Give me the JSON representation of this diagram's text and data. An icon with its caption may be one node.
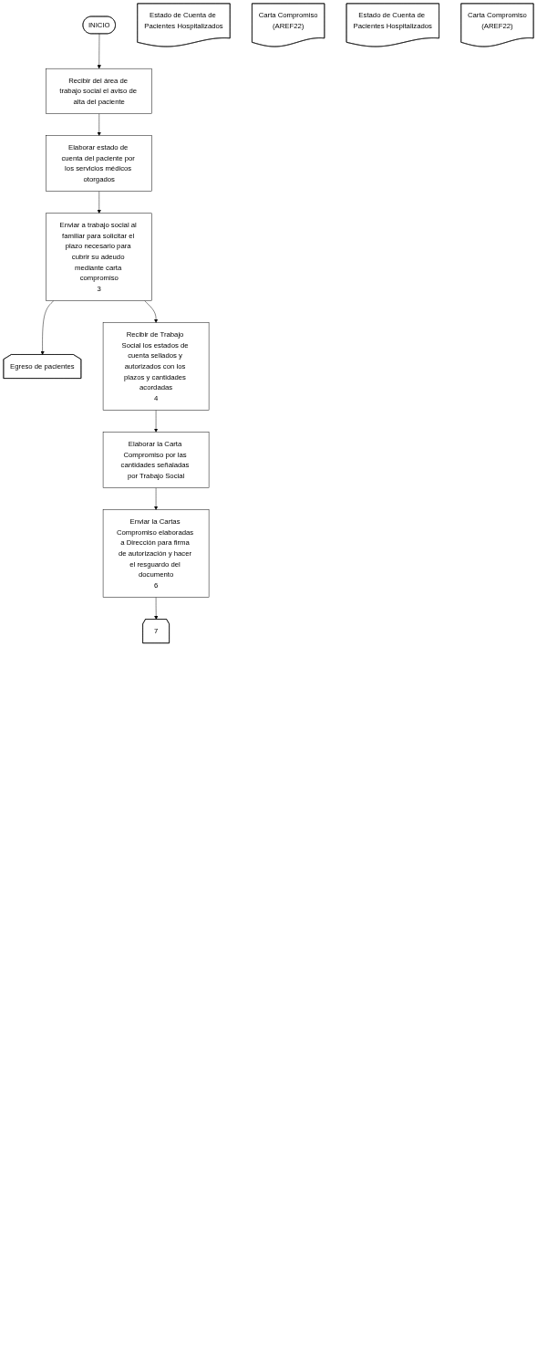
{
  "diagram": {
    "nodes": [
      {
        "text": [
          "INICIO"
        ]
      },
      {
        "text": [
          "Recibir del área de trabajo social el aviso de alta del paciente"
        ]
      },
      {
        "text": [
          "Elaborar estado de cuenta del paciente por los servicios médicos otorgados"
        ]
      },
      {
        "text": [
          "Estado de Cuenta de Pacientes Hospitalizados"
        ]
      },
      {
        "text": [
          "Enviar a trabajo social al familiar para solicitar el plazo necesario para cubrir su adeudo mediante carta compromiso",
          "3"
        ]
      },
      {
        "text": [
          "Carta Compromiso",
          "(AREF22)"
        ]
      },
      {
        "text": [
          "Egreso de pacientes"
        ]
      },
      {
        "text": [
          "Recibir de Trabajo Social los estados de cuenta sellados y autorizados con los plazos y cantidades acordadas",
          "4"
        ]
      },
      {
        "text": [
          "Estado de Cuenta de Pacientes Hospitalizados"
        ]
      },
      {
        "text": [
          "Elaborar la Carta Compromiso por las cantidades señaladas por Trabajo Social"
        ]
      },
      {
        "text": [
          "Enviar la Cartas Compromiso elaboradas a Dirección para firma de autorización y hacer el resguardo del documento",
          "6"
        ]
      },
      {
        "text": [
          "Carta Compromiso",
          "(AREF22)"
        ]
      },
      {
        "text": [
          "7"
        ]
      }
    ],
    "edges": [
      {
        "from": 0,
        "to": 1,
        "arrow": "to"
      },
      {
        "from": 1,
        "to": 2,
        "arrow": "to"
      },
      {
        "from": 2,
        "to": 4,
        "arrow": "to"
      },
      {
        "from": 4,
        "to": 7,
        "arrow": "to"
      },
      {
        "from": 4,
        "to": 6,
        "arrow": "to"
      },
      {
        "from": 7,
        "to": 9,
        "arrow": "to"
      },
      {
        "from": 9,
        "to": 10,
        "arrow": "to"
      },
      {
        "from": 10,
        "to": 12,
        "arrow": "to"
      }
    ]
  }
}
